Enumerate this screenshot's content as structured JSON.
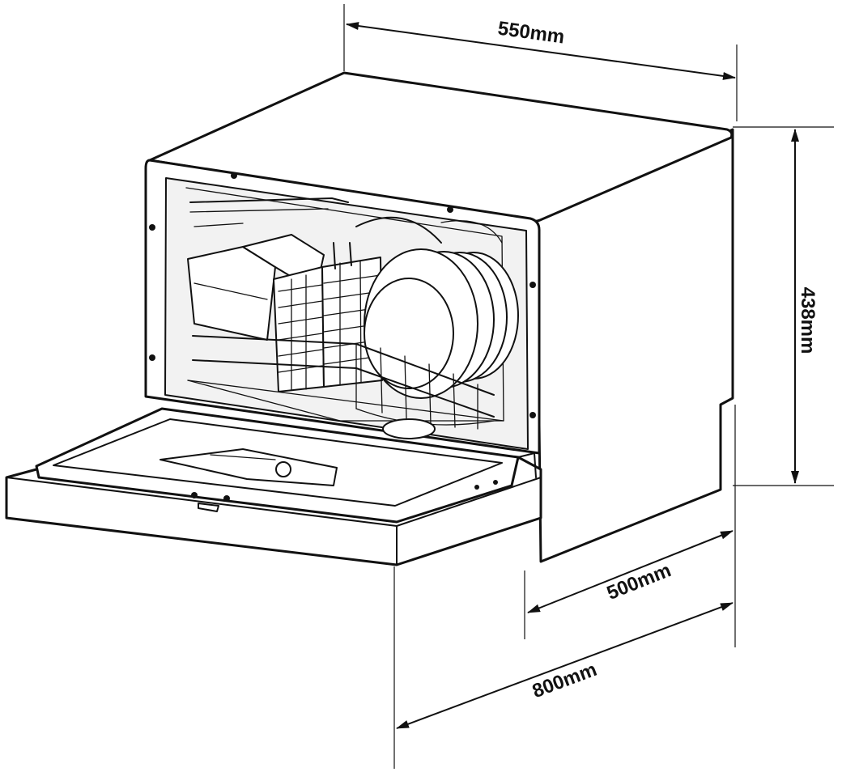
{
  "dimensions": {
    "width": "550mm",
    "height": "438mm",
    "depth": "500mm",
    "depth_door_open": "800mm"
  }
}
